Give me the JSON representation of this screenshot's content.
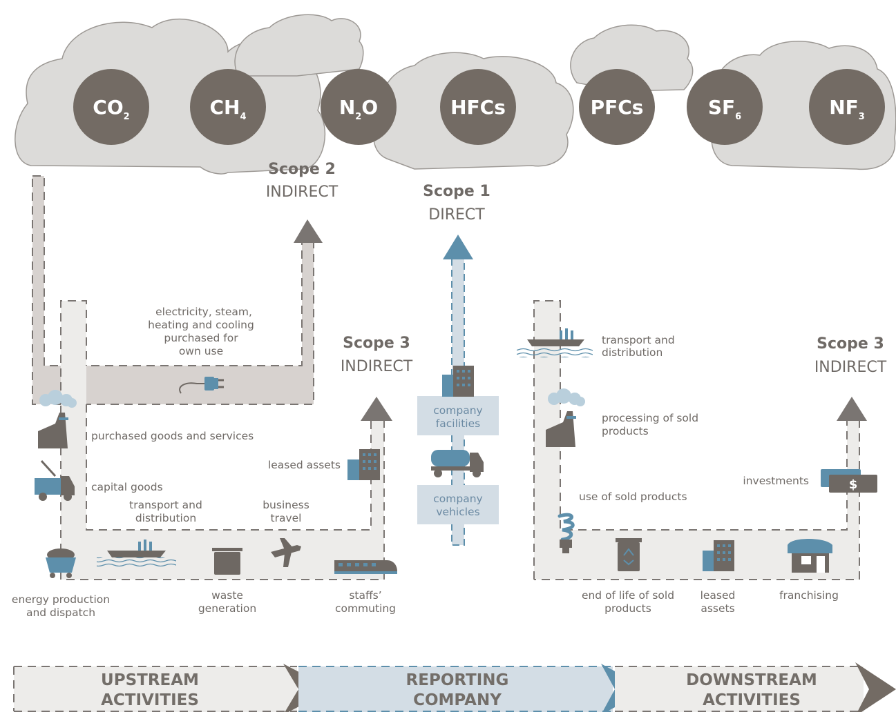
{
  "colors": {
    "cloud": "#dcdbd9",
    "cloud_stroke": "#9c9894",
    "gas_circle": "#736b64",
    "path_fill": "#edecea",
    "path_fill_dark": "#d7d2cf",
    "dash": "#7a7572",
    "arrow_gray": "#7a7572",
    "blue": "#5d8fab",
    "blue_light": "#d3dde5",
    "icon_dark": "#6e6863"
  },
  "gases": [
    {
      "main": "CO",
      "sub": "2",
      "tail": ""
    },
    {
      "main": "CH",
      "sub": "4",
      "tail": ""
    },
    {
      "main": "N",
      "sub": "2",
      "tail": "O"
    },
    {
      "main": "HFCs",
      "sub": "",
      "tail": ""
    },
    {
      "main": "PFCs",
      "sub": "",
      "tail": ""
    },
    {
      "main": "SF",
      "sub": "6",
      "tail": ""
    },
    {
      "main": "NF",
      "sub": "3",
      "tail": ""
    }
  ],
  "scope2": {
    "title": "Scope 2",
    "sub": "INDIRECT"
  },
  "scope1": {
    "title": "Scope 1",
    "sub": "DIRECT"
  },
  "scope3_left": {
    "title": "Scope 3",
    "sub": "INDIRECT"
  },
  "scope3_right": {
    "title": "Scope 3",
    "sub": "INDIRECT"
  },
  "labels": {
    "electricity": [
      "electricity, steam,",
      "heating and cooling",
      "purchased for",
      "own use"
    ],
    "purchased_goods": "purchased goods and services",
    "capital_goods": "capital goods",
    "transport_up": [
      "transport and",
      "distribution"
    ],
    "business_travel": [
      "business",
      "travel"
    ],
    "leased_assets_up": "leased assets",
    "energy_production": [
      "energy production",
      "and dispatch"
    ],
    "waste": [
      "waste",
      "generation"
    ],
    "commuting": [
      "staffs’",
      "commuting"
    ],
    "company_facilities": [
      "company",
      "facilities"
    ],
    "company_vehicles": [
      "company",
      "vehicles"
    ],
    "transport_down": [
      "transport and",
      "distribution"
    ],
    "processing": [
      "processing of sold",
      "products"
    ],
    "use_sold": "use of sold products",
    "investments": "investments",
    "end_of_life": [
      "end of life of sold",
      "products"
    ],
    "leased_assets_down": [
      "leased",
      "assets"
    ],
    "franchising": "franchising"
  },
  "bands": {
    "upstream": [
      "UPSTREAM",
      "ACTIVITIES"
    ],
    "reporting": [
      "REPORTING",
      "COMPANY"
    ],
    "downstream": [
      "DOWNSTREAM",
      "ACTIVITIES"
    ]
  }
}
